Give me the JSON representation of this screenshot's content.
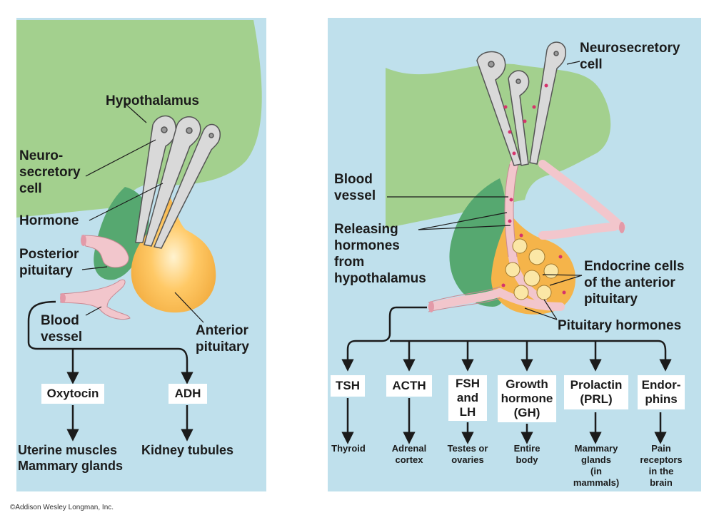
{
  "left": {
    "labels": {
      "hypothalamus": "Hypothalamus",
      "neurosecretory_cell": "Neuro-\nsecretory\ncell",
      "hormone": "Hormone",
      "posterior_pituitary": "Posterior\npituitary",
      "blood_vessel": "Blood\nvessel",
      "anterior_pituitary": "Anterior\npituitary"
    },
    "hormones": [
      {
        "name": "Oxytocin",
        "target": "Uterine muscles\nMammary glands"
      },
      {
        "name": "ADH",
        "target": "Kidney tubules"
      }
    ]
  },
  "right": {
    "labels": {
      "neurosecretory_cell": "Neurosecretory\ncell",
      "blood_vessel": "Blood\nvessel",
      "releasing_hormones": "Releasing\nhormones\nfrom\nhypothalamus",
      "endocrine_cells": "Endocrine cells\nof the anterior\npituitary",
      "pituitary_hormones": "Pituitary hormones"
    },
    "hormones": [
      {
        "name": "TSH",
        "target": "Thyroid"
      },
      {
        "name": "ACTH",
        "target": "Adrenal\ncortex"
      },
      {
        "name": "FSH\nand\nLH",
        "target": "Testes or\novaries"
      },
      {
        "name": "Growth\nhormone\n(GH)",
        "target": "Entire\nbody"
      },
      {
        "name": "Prolactin\n(PRL)",
        "target": "Mammary\nglands\n(in\nmammals)"
      },
      {
        "name": "Endor-\nphins",
        "target": "Pain\nreceptors\nin the\nbrain"
      }
    ]
  },
  "colors": {
    "panel": "#bfe0ec",
    "hypothalamus": "#a3d08e",
    "posterior_lobe": "#56a870",
    "anterior_lobe": "#f5b44a",
    "vessel": "#f2c6cc",
    "neuron": "#d9d9d9"
  },
  "copyright": "©Addison Wesley Longman, Inc."
}
